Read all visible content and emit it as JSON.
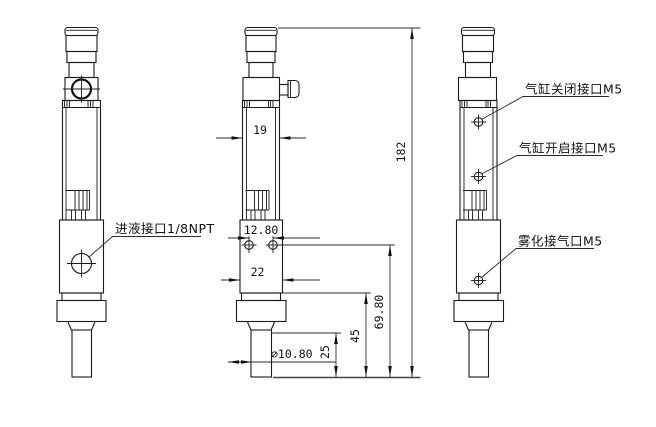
{
  "drawing": {
    "background": "#ffffff",
    "line_color": "#1b1b1b",
    "labels": {
      "inlet_port": "进液接口1/8NPT",
      "cylinder_close_port": "气缸关闭接口M5",
      "cylinder_open_port": "气缸开启接口M5",
      "atomizing_air_port": "雾化接气口M5"
    },
    "dimensions": {
      "body_width": "19",
      "mount_hole_spacing": "12.80",
      "block_width": "22",
      "nozzle_tube_diameter": "∅10.80",
      "nozzle_tube_length": "25",
      "collar_to_tip": "45",
      "holes_to_tip": "69.80",
      "overall_height": "182"
    }
  }
}
